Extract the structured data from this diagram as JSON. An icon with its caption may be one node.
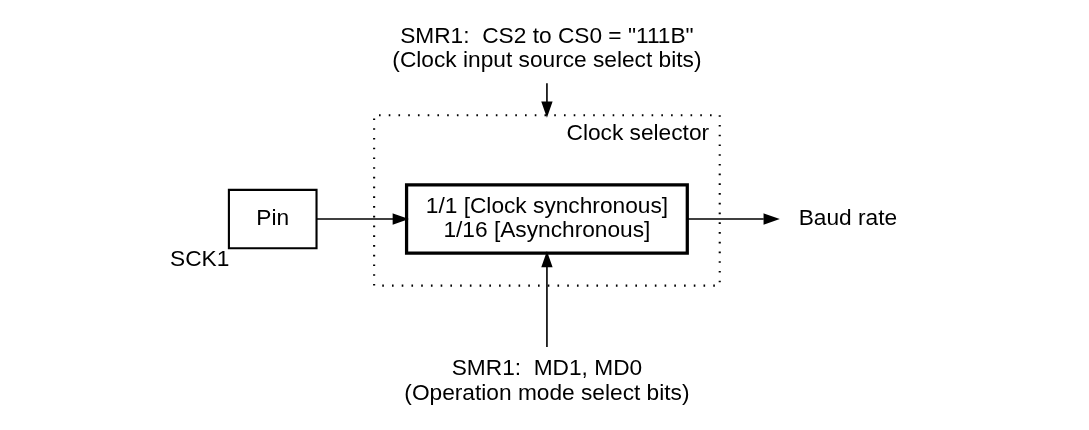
{
  "diagram": {
    "nodes": [
      {
        "text": [
          "SMR1:  CS2 to CS0 = \"111B\"",
          "(Clock input source select bits)"
        ]
      },
      {
        "text": [
          "Clock selector"
        ]
      },
      {
        "text": [
          "1/1 [Clock synchronous]",
          "1/16 [Asynchronous]"
        ],
        "in": 1
      },
      {
        "text": [
          "Pin"
        ],
        "beside": [
          "SCK1"
        ]
      },
      {
        "text": [
          "Baud rate"
        ]
      },
      {
        "text": [
          "SMR1:  MD1, MD0",
          "(Operation mode select bits)"
        ]
      }
    ],
    "edges": [
      {
        "from": 0,
        "to": 1,
        "arrow": "to"
      },
      {
        "from": 3,
        "to": 2,
        "arrow": "to"
      },
      {
        "from": 2,
        "to": 4,
        "arrow": "to"
      },
      {
        "from": 5,
        "to": 2,
        "arrow": "to"
      }
    ]
  }
}
